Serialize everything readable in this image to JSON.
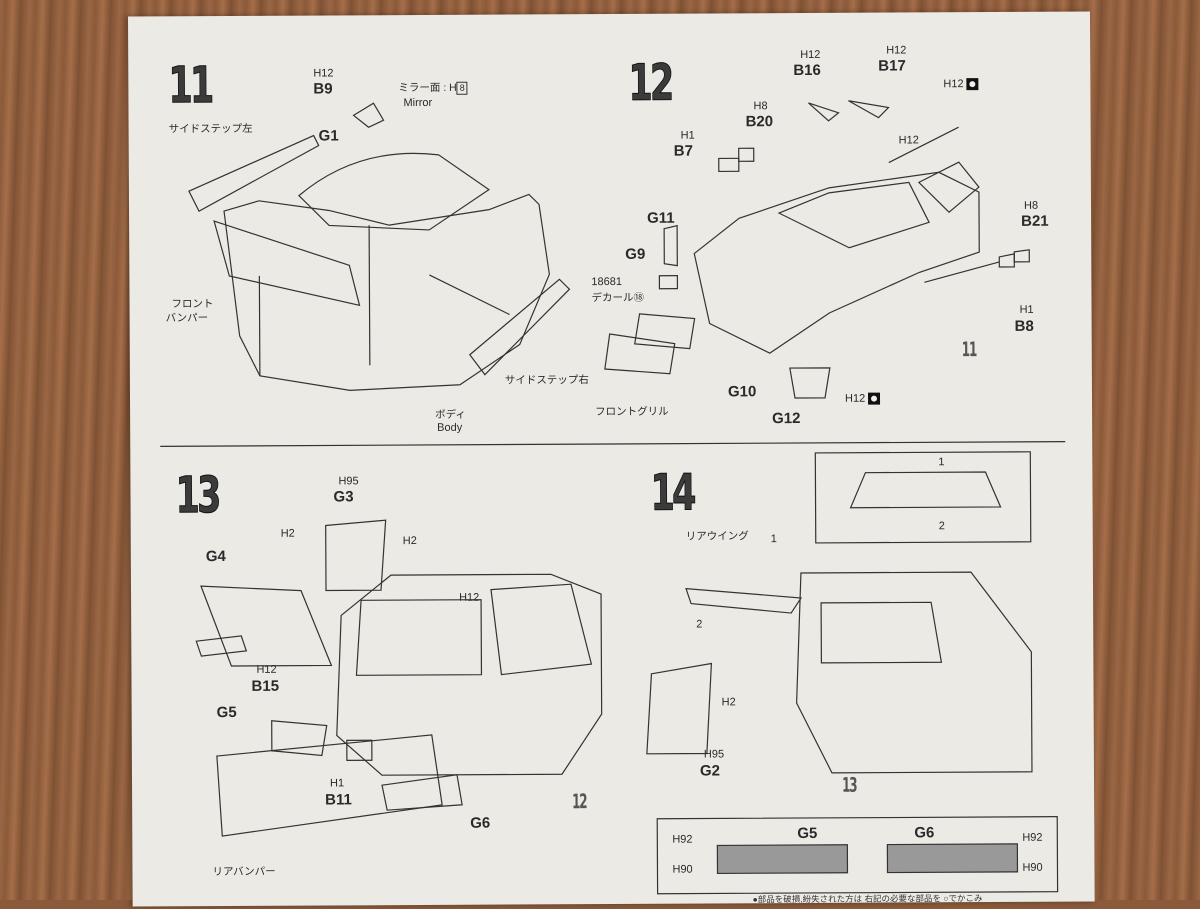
{
  "steps": {
    "s11": {
      "number": "11",
      "title_note": "ミラー面 : H8",
      "mirror": "Mirror"
    },
    "s12": {
      "number": "12"
    },
    "s13": {
      "number": "13"
    },
    "s14": {
      "number": "14"
    }
  },
  "labels": {
    "b9_color": "H12",
    "b9": "B9",
    "mirror_surface": "ミラー面 : H",
    "mirror_surface_num": "8",
    "mirror_en": "Mirror",
    "g1": "G1",
    "side_step_left": "サイドステップ左",
    "front_bumper_1": "フロント",
    "front_bumper_2": "バンパー",
    "body_jp": "ボディ",
    "body_en": "Body",
    "side_step_right": "サイドステップ右",
    "b16_color": "H12",
    "b16": "B16",
    "b17_color": "H12",
    "b17": "B17",
    "h12_dot": "H12",
    "b20_color": "H8",
    "b20": "B20",
    "b7_color": "H1",
    "b7": "B7",
    "h12_roof": "H12",
    "b21_color": "H8",
    "b21": "B21",
    "g11": "G11",
    "g9": "G9",
    "decal_num": "18681",
    "decal": "デカール⑱",
    "b8_color": "H1",
    "b8": "B8",
    "front_grille": "フロントグリル",
    "g10": "G10",
    "g12": "G12",
    "h12_dot2": "H12",
    "g3_color": "H95",
    "g3": "G3",
    "g4": "G4",
    "h2_a": "H2",
    "h2_b": "H2",
    "h12_13": "H12",
    "b15_color": "H12",
    "b15": "B15",
    "g5": "G5",
    "b11_color": "H1",
    "b11": "B11",
    "g6": "G6",
    "rear_bumper": "リアバンパー",
    "h2_c": "H2",
    "g2_color": "H95",
    "g2": "G2",
    "rear_wing": "リアウイング",
    "mark_11_a": "11",
    "mark_12_a": "12",
    "mark_13_a": "13",
    "inset_1": "1",
    "inset_2": "2",
    "wing_1": "1",
    "wing_2": "2",
    "g5_box": "G5",
    "g6_box": "G6",
    "h92_l": "H92",
    "h90_l": "H90",
    "h92_r": "H92",
    "h90_r": "H90",
    "footer_note": "●部品を破損,紛失された方は 右記の必要な部品を ○でかこみ"
  },
  "colors": {
    "paper": "#eceae4",
    "ink": "#2a2a2a"
  }
}
